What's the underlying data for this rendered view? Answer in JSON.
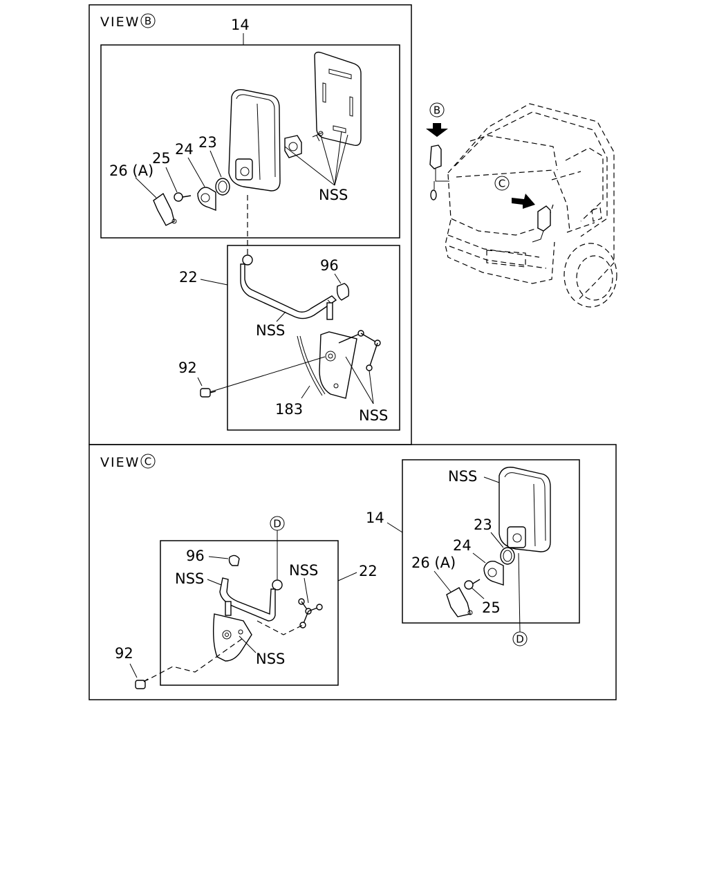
{
  "view_b": {
    "title": "VIEW",
    "marker": "B",
    "labels": {
      "mirror": "14",
      "bracket": "22",
      "cap_screw": "23",
      "holder": "24",
      "screw": "25",
      "cover": "26 (A)",
      "nss_mirror": "NSS",
      "stay_top": "96",
      "nss_stay": "NSS",
      "bolt": "92",
      "strip": "183",
      "nss_base": "NSS"
    }
  },
  "truck": {
    "marker_b": "B",
    "marker_c": "C"
  },
  "view_c": {
    "title": "VIEW",
    "marker": "C",
    "marker_d_top": "D",
    "marker_d_bottom": "D",
    "labels": {
      "stay_top": "96",
      "nss_stay": "NSS",
      "nss_link": "NSS",
      "bracket": "22",
      "bolt": "92",
      "nss_base": "NSS",
      "mirror": "14",
      "nss_mirror": "NSS",
      "cap_screw": "23",
      "holder": "24",
      "cover": "26 (A)",
      "screw": "25"
    }
  }
}
